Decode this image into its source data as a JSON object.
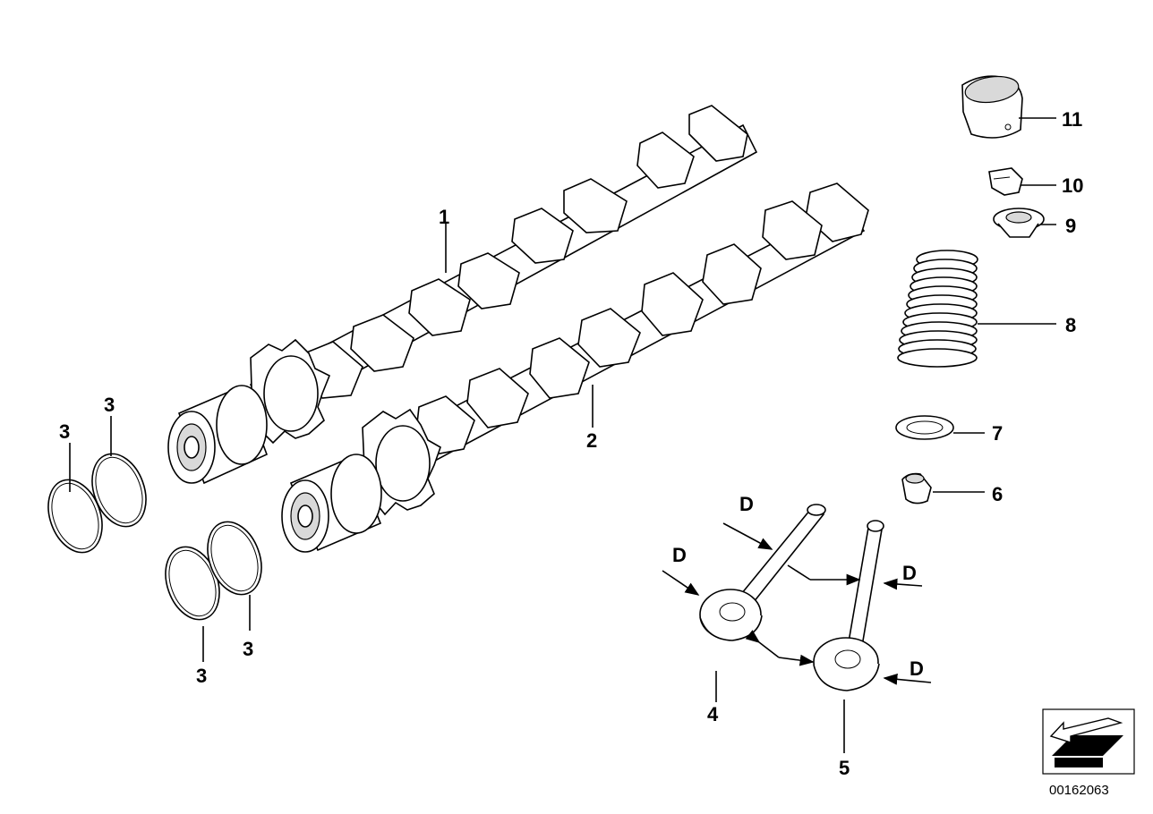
{
  "diagram": {
    "diagram_number": "00162063",
    "callouts": {
      "part_1": "1",
      "part_2": "2",
      "part_3": "3",
      "part_4": "4",
      "part_5": "5",
      "part_6": "6",
      "part_7": "7",
      "part_8": "8",
      "part_9": "9",
      "part_10": "10",
      "part_11": "11",
      "dimension": "D"
    }
  }
}
